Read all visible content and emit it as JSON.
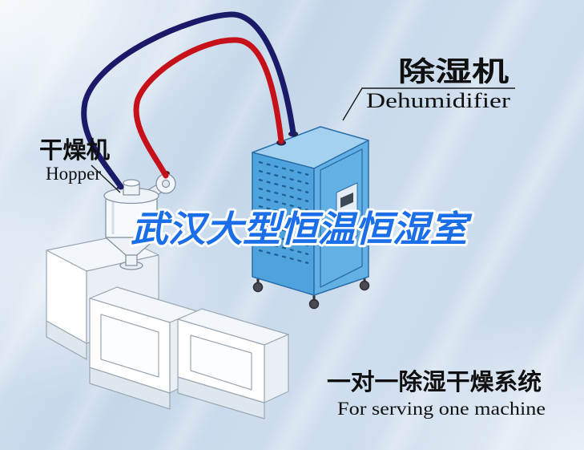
{
  "title": {
    "text": "武汉大型恒温恒湿室",
    "color": "#1a6ee8"
  },
  "labels": {
    "dehumidifier_zh": "除湿机",
    "dehumidifier_en": "Dehumidifier",
    "hopper_zh": "干燥机",
    "hopper_en": "Hopper",
    "system_zh": "一对一除湿干燥系统",
    "system_en": "For serving one machine"
  },
  "diagram": {
    "components": [
      "dehumidifier-machine",
      "hopper-dryer",
      "extruder-machine",
      "dry-air-pipe",
      "return-air-pipe"
    ],
    "pipe_colors": {
      "dry_air": "#c6111a",
      "return_air": "#1b1a68"
    },
    "machine_color": "#4fa3dd",
    "background": "#cddded"
  }
}
